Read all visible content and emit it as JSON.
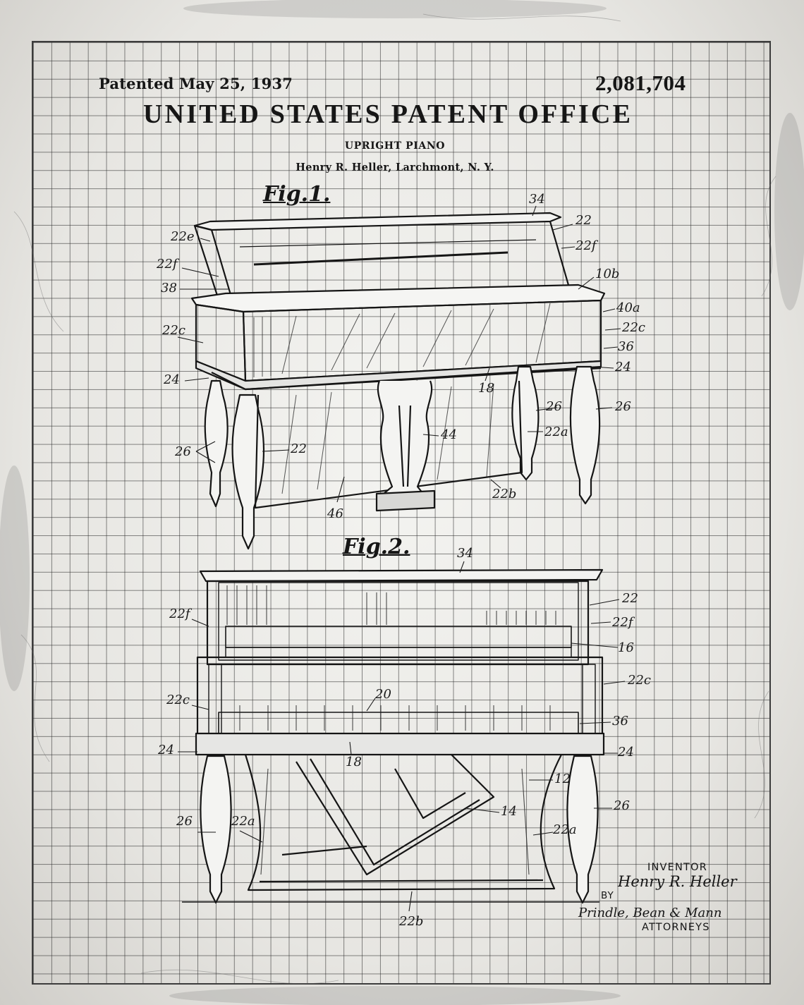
{
  "header": {
    "patented": "Patented May 25, 1937",
    "patent_number": "2,081,704",
    "office": "UNITED STATES PATENT OFFICE",
    "title": "UPRIGHT PIANO",
    "inventor_line": "Henry R. Heller, Larchmont, N. Y."
  },
  "figures": {
    "fig1_label": "Fig.1.",
    "fig2_label": "Fig.2."
  },
  "fig1_refs": {
    "r34": "34",
    "r22_top": "22",
    "r22f_right": "22f",
    "r10b": "10b",
    "r40a": "40a",
    "r22c_right": "22c",
    "r36": "36",
    "r24_right": "24",
    "r22e": "22e",
    "r22f_left": "22f",
    "r38": "38",
    "r22c_left": "22c",
    "r24_left": "24",
    "r18": "18",
    "r26_a": "26",
    "r26_b": "26",
    "r22a": "22a",
    "r44": "44",
    "r26_left": "26",
    "r22_mid": "22",
    "r22b": "22b",
    "r46": "46"
  },
  "fig2_refs": {
    "r34": "34",
    "r22_right": "22",
    "r22f_left": "22f",
    "r22f_right": "22f",
    "r16": "16",
    "r22c_right": "22c",
    "r20": "20",
    "r22c_left": "22c",
    "r36": "36",
    "r24_left": "24",
    "r24_right": "24",
    "r18": "18",
    "r12": "12",
    "r26_right": "26",
    "r14": "14",
    "r26_left": "26",
    "r22a_left": "22a",
    "r22a_right": "22a",
    "r22b": "22b"
  },
  "signature": {
    "inventor_label": "INVENTOR",
    "inventor_signature": "Henry R. Heller",
    "by_label": "BY",
    "attorney_signature": "Prindle, Bean & Mann",
    "attorneys_label": "ATTORNEYS"
  },
  "colors": {
    "ink": "#161616",
    "paper": "#ececea",
    "grid": "#444444"
  }
}
